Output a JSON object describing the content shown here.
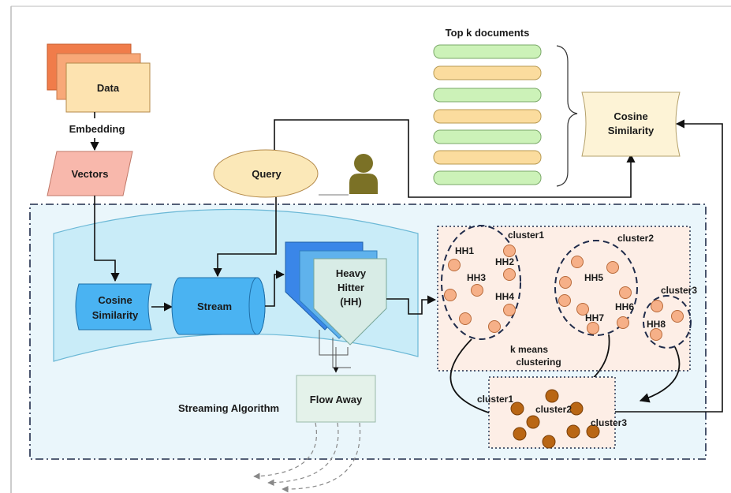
{
  "labels": {
    "data": "Data",
    "embedding": "Embedding",
    "vectors": "Vectors",
    "query": "Query",
    "top_k": "Top k documents",
    "cosine_top_1": "Cosine",
    "cosine_top_2": "Similarity",
    "cosine_left_1": "Cosine",
    "cosine_left_2": "Similarity",
    "stream": "Stream",
    "hh_1": "Heavy",
    "hh_2": "Hitter",
    "hh_3": "(HH)",
    "flow_away": "Flow Away",
    "streaming_algorithm": "Streaming Algorithm",
    "kmeans_1": "k means",
    "kmeans_2": "clustering",
    "cluster1": "cluster1",
    "cluster2": "cluster2",
    "cluster3": "cluster3",
    "hh": [
      "HH1",
      "HH2",
      "HH3",
      "HH4",
      "HH5",
      "HH6",
      "HH7",
      "HH8"
    ],
    "bottom_cluster1": "cluster1",
    "bottom_cluster2": "cluster2",
    "bottom_cluster3": "cluster3"
  },
  "colors": {
    "data_front": "#fde3b0",
    "data_mid": "#f8a878",
    "data_back": "#f07c4a",
    "vectors": "#f8b8ac",
    "query": "#fbe8b8",
    "cosine_top": "#fdf3d6",
    "cosine_left": "#4ab3f2",
    "stream": "#4ab3f2",
    "hh_back": "#3a86e8",
    "hh_mid": "#5fb2ec",
    "hh_front": "#d8ece6",
    "flow_away": "#e4f2ea",
    "streaming_bg": "#eaf6fb",
    "wave": "#c9ecf8",
    "cluster_bg": "#fdeee6",
    "dot": "#f6b088",
    "dot_dark": "#b96614",
    "doc_green": "#ccf2b8",
    "doc_orange": "#fbdc9e",
    "person": "#7b7126"
  },
  "icons": {
    "person": "user-icon"
  }
}
